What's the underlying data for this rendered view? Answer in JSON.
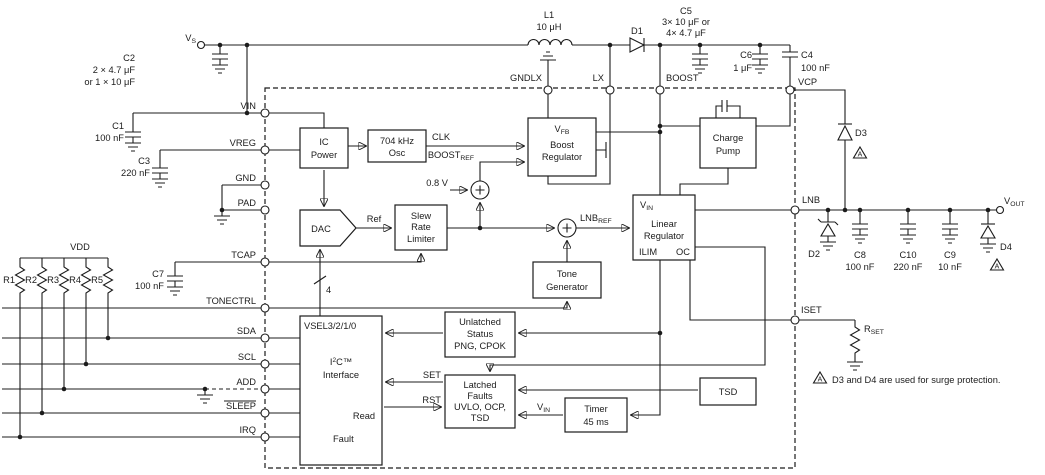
{
  "terminals": {
    "vs_main": "V",
    "vs_sub": "S",
    "vout_main": "V",
    "vout_sub": "OUT",
    "vdd": "VDD"
  },
  "pins": {
    "vin": "VIN",
    "vreg": "VREG",
    "gnd": "GND",
    "pad": "PAD",
    "tcap": "TCAP",
    "tonectrl": "TONECTRL",
    "sda": "SDA",
    "scl": "SCL",
    "add": "ADD",
    "sleep": "SLEEP",
    "irq": "IRQ",
    "gndlx": "GNDLX",
    "lx": "LX",
    "boost": "BOOST",
    "vcp": "VCP",
    "lnb": "LNB",
    "iset": "ISET"
  },
  "components": {
    "c1": {
      "ref": "C1",
      "value": "100 nF"
    },
    "c2": {
      "ref": "C2",
      "value": "2 × 4.7 μF",
      "value2": "or 1 × 10 μF"
    },
    "c3": {
      "ref": "C3",
      "value": "220 nF"
    },
    "c4": {
      "ref": "C4",
      "value": "100 nF"
    },
    "c5": {
      "ref": "C5",
      "value": "3× 10 μF or",
      "value2": "4× 4.7 μF"
    },
    "c6": {
      "ref": "C6",
      "value": "1 μF"
    },
    "c7": {
      "ref": "C7",
      "value": "100 nF"
    },
    "c8": {
      "ref": "C8",
      "value": "100 nF"
    },
    "c9": {
      "ref": "C9",
      "value": "10 nF"
    },
    "c10": {
      "ref": "C10",
      "value": "220 nF"
    },
    "l1": {
      "ref": "L1",
      "value": "10 μH"
    },
    "d1": {
      "ref": "D1"
    },
    "d2": {
      "ref": "D2"
    },
    "d3": {
      "ref": "D3"
    },
    "d4": {
      "ref": "D4"
    },
    "r1": {
      "ref": "R1"
    },
    "r2": {
      "ref": "R2"
    },
    "r3": {
      "ref": "R3"
    },
    "r4": {
      "ref": "R4"
    },
    "r5": {
      "ref": "R5"
    },
    "rset": {
      "ref_main": "R",
      "ref_sub": "SET"
    }
  },
  "blocks": {
    "ic_power": {
      "line1": "IC",
      "line2": "Power"
    },
    "osc": {
      "line1": "704 kHz",
      "line2": "Osc"
    },
    "boost_reg": {
      "vfb_main": "V",
      "vfb_sub": "FB",
      "line1": "Boost",
      "line2": "Regulator"
    },
    "charge_pump": {
      "line1": "Charge",
      "line2": "Pump"
    },
    "dac": {
      "label": "DAC"
    },
    "slew": {
      "line1": "Slew",
      "line2": "Rate",
      "line3": "Limiter"
    },
    "tone": {
      "line1": "Tone",
      "line2": "Generator"
    },
    "linear": {
      "vin_main": "V",
      "vin_sub": "IN",
      "line1": "Linear",
      "line2": "Regulator",
      "ilim": "ILIM",
      "oc": "OC"
    },
    "i2c": {
      "vsel": "VSEL3/2/1/0",
      "name_i": "I",
      "name_sup": "2",
      "name_rest": "C™",
      "line2": "Interface",
      "read": "Read",
      "fault": "Fault"
    },
    "unlatched": {
      "line1": "Unlatched",
      "line2": "Status",
      "line3": "PNG, CPOK"
    },
    "latched": {
      "line1": "Latched",
      "line2": "Faults",
      "line3": "UVLO, OCP,",
      "line4": "TSD"
    },
    "timer": {
      "line1": "Timer",
      "line2": "45 ms"
    },
    "tsd": {
      "label": "TSD"
    }
  },
  "signals": {
    "clk": "CLK",
    "boostref_main": "BOOST",
    "boostref_sub": "REF",
    "vref": "0.8 V",
    "ref": "Ref",
    "lnbref_main": "LNB",
    "lnbref_sub": "REF",
    "bus_width": "4",
    "set": "SET",
    "rst": "RST",
    "vin_main": "V",
    "vin_sub": "IN"
  },
  "note": {
    "marker": "A",
    "text": "D3 and D4 are used for surge protection."
  }
}
